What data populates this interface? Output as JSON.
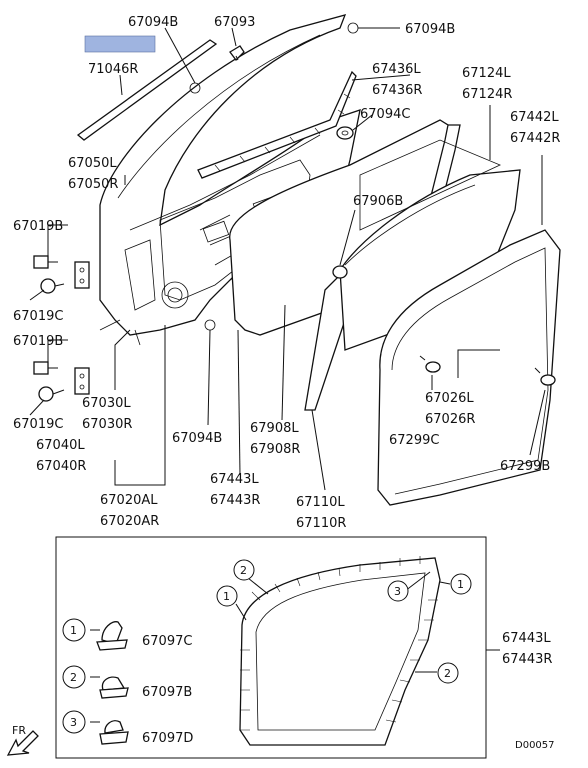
{
  "labels": {
    "p67094B_top": "67094B",
    "p67093": "67093",
    "p67094B_right": "67094B",
    "p71046R": "71046R",
    "p67436L": "67436L",
    "p67436R": "67436R",
    "p67124L": "67124L",
    "p67124R": "67124R",
    "p67094C": "67094C",
    "p67442L": "67442L",
    "p67442R": "67442R",
    "p67050L": "67050L",
    "p67050R": "67050R",
    "p67906B": "67906B",
    "p67019B_1": "67019B",
    "p67019C_1": "67019C",
    "p67019B_2": "67019B",
    "p67030L": "67030L",
    "p67030R": "67030R",
    "p67019C_2": "67019C",
    "p67040L": "67040L",
    "p67040R": "67040R",
    "p67094B_bottom": "67094B",
    "p67908L": "67908L",
    "p67908R": "67908R",
    "p67026L": "67026L",
    "p67026R": "67026R",
    "p67299C": "67299C",
    "p67299B": "67299B",
    "p67443L_top": "67443L",
    "p67443R_top": "67443R",
    "p67110L": "67110L",
    "p67110R": "67110R",
    "p67020AL": "67020AL",
    "p67020AR": "67020AR",
    "p67443L_inset": "67443L",
    "p67443R_inset": "67443R",
    "p67097C": "67097C",
    "p67097B": "67097B",
    "p67097D": "67097D",
    "fr": "FR",
    "diagram_code": "D00057"
  },
  "callouts": {
    "c1": "1",
    "c2": "2",
    "c3": "3"
  },
  "colors": {
    "highlight": "#9fb4e0",
    "ink": "#111111"
  }
}
